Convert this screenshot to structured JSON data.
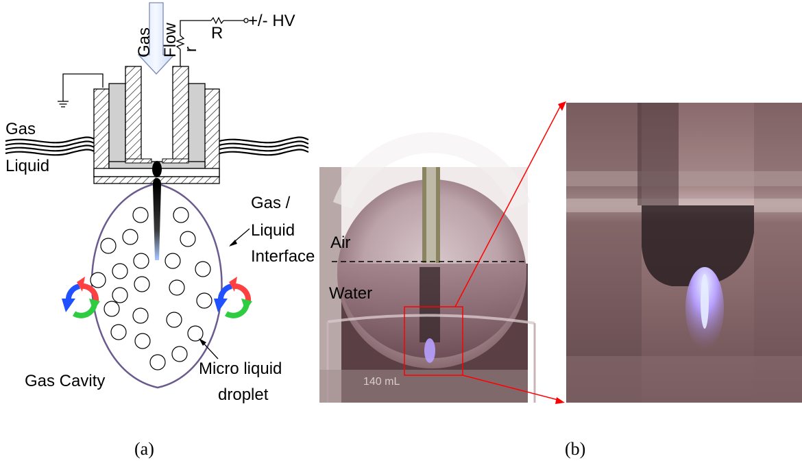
{
  "panel_a": {
    "labels": {
      "gas_flow_1": "Gas",
      "gas_flow_2": "Flow",
      "resistor_small": "r",
      "resistor_large": "R",
      "high_voltage": "+/- HV",
      "gas_layer": "Gas",
      "liquid_layer": "Liquid",
      "interface_1": "Gas /",
      "interface_2": "Liquid",
      "interface_3": "Interface",
      "gas_cavity": "Gas Cavity",
      "droplet_1": "Micro liquid",
      "droplet_2": "droplet"
    },
    "caption": "(a)"
  },
  "panel_b": {
    "labels": {
      "air": "Air",
      "water": "Water",
      "beaker_mark": "140 mL"
    },
    "caption": "(b)"
  },
  "colors": {
    "cavity_outline": "#6a5a8e",
    "zoom_lines": "#ff0000",
    "arrow_red": "#ff4040",
    "arrow_green": "#2ecc40",
    "arrow_blue": "#2050ff",
    "plasma": "#b7a0ff"
  }
}
